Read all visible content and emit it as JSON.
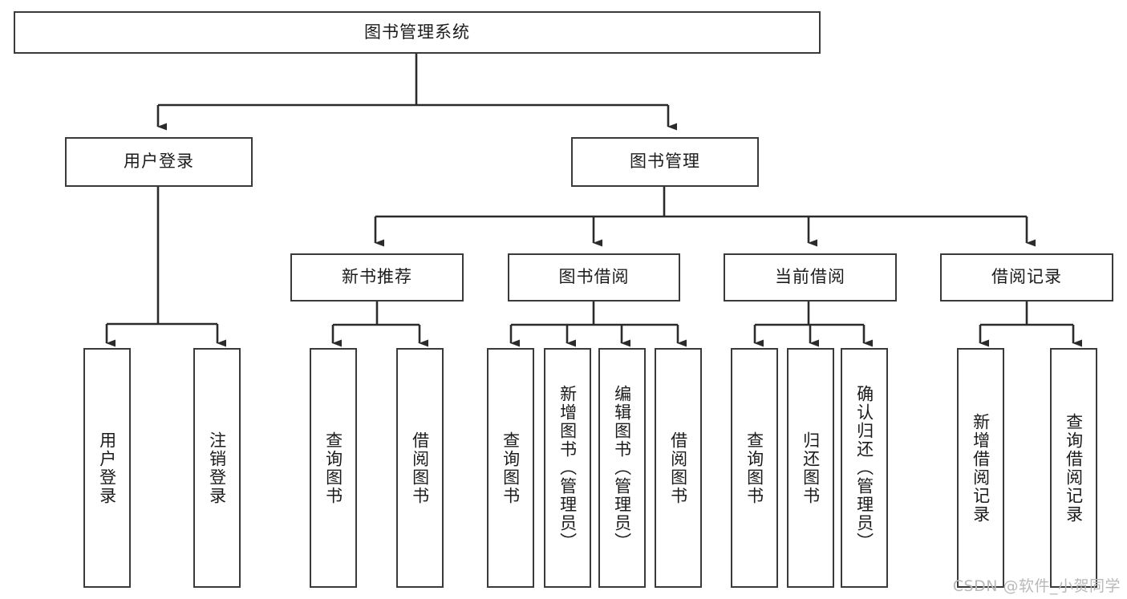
{
  "diagram": {
    "title": "图书管理系统",
    "type": "tree-hierarchy-chart",
    "colors": {
      "box_border": "#3a3a3a",
      "box_fill": "#ffffff",
      "edge": "#2b2b2b",
      "text": "#1b1b1b",
      "watermark": "#b9b9b9",
      "background": "#ffffff"
    },
    "root": {
      "label": "图书管理系统"
    },
    "level2": [
      {
        "label": "用户登录"
      },
      {
        "label": "图书管理"
      }
    ],
    "level3": [
      {
        "label": "新书推荐"
      },
      {
        "label": "图书借阅"
      },
      {
        "label": "当前借阅"
      },
      {
        "label": "借阅记录"
      }
    ],
    "leaves": {
      "user_login": [
        {
          "label": "用户登录"
        },
        {
          "label": "注销登录"
        }
      ],
      "new_book_recommend": [
        {
          "label": "查询图书"
        },
        {
          "label": "借阅图书"
        }
      ],
      "book_borrow": [
        {
          "label": "查询图书"
        },
        {
          "label": "新增图书（管理员）"
        },
        {
          "label": "编辑图书（管理员）"
        },
        {
          "label": "借阅图书"
        }
      ],
      "current_borrow": [
        {
          "label": "查询图书"
        },
        {
          "label": "归还图书"
        },
        {
          "label": "确认归还（管理员）"
        }
      ],
      "borrow_record": [
        {
          "label": "新增借阅记录"
        },
        {
          "label": "查询借阅记录"
        }
      ]
    }
  },
  "watermark": {
    "text": "CSDN @软件_小贺同学"
  }
}
